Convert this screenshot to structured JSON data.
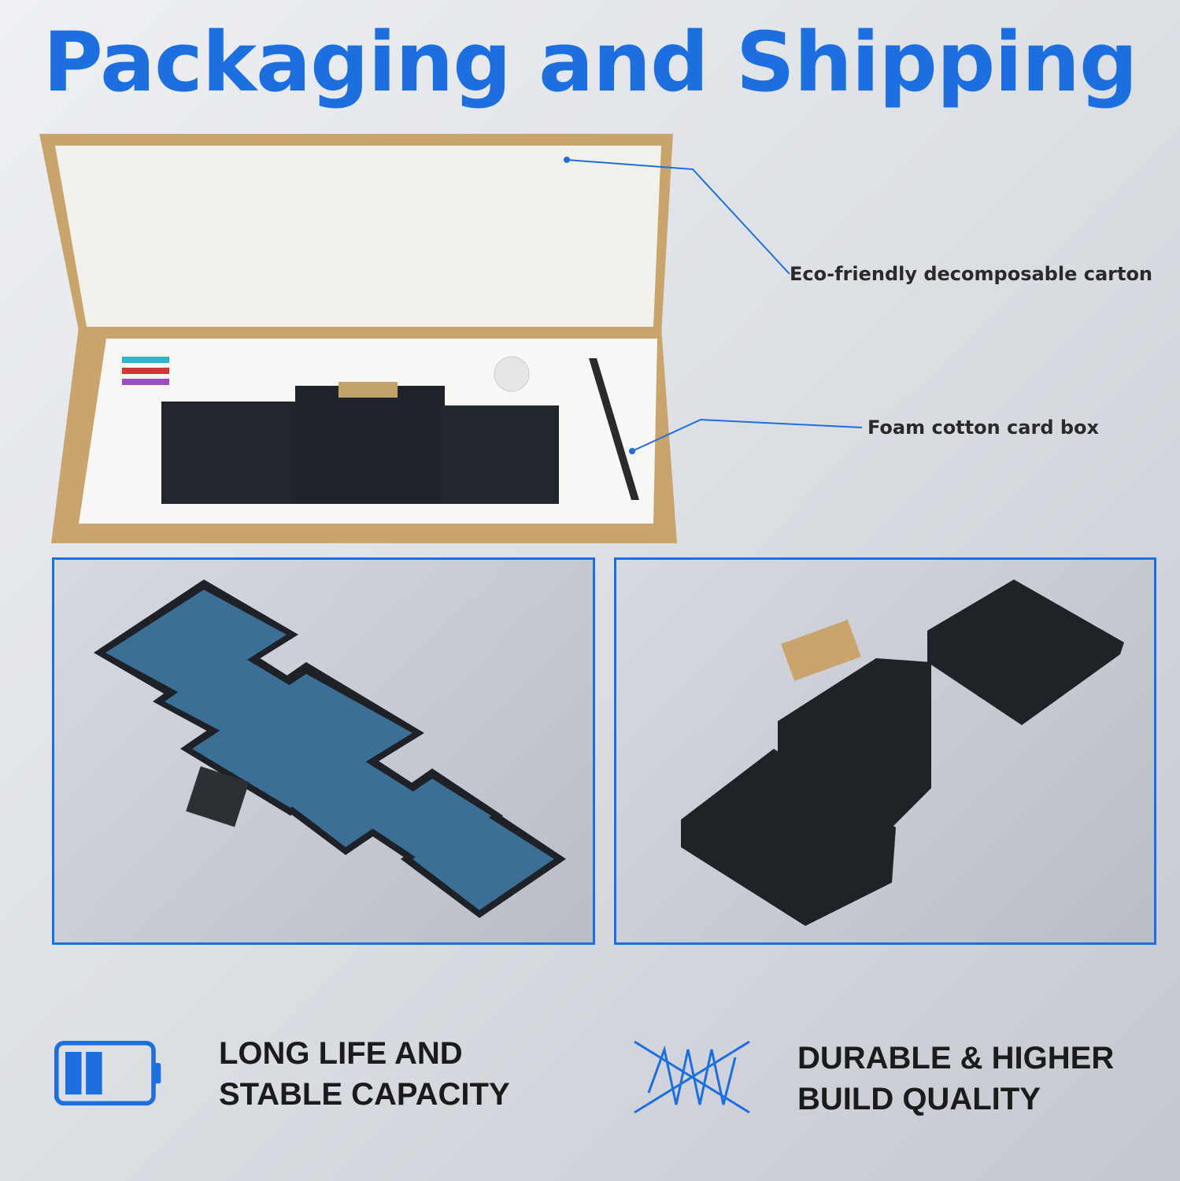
{
  "title": "Packaging and Shipping",
  "callouts": {
    "carton": "Eco-friendly decomposable carton",
    "foam": "Foam cotton card box"
  },
  "features": [
    {
      "icon": "battery-icon",
      "line1": "LONG LIFE AND",
      "line2": "STABLE CAPACITY"
    },
    {
      "icon": "twisted-wire-icon",
      "line1": "DURABLE & HIGHER",
      "line2": "BUILD QUALITY"
    }
  ],
  "colors": {
    "accent": "#1d6fe0",
    "carton": "#c9a46c",
    "battery": "#1e2126",
    "cell_blue": "#3b6f95"
  }
}
